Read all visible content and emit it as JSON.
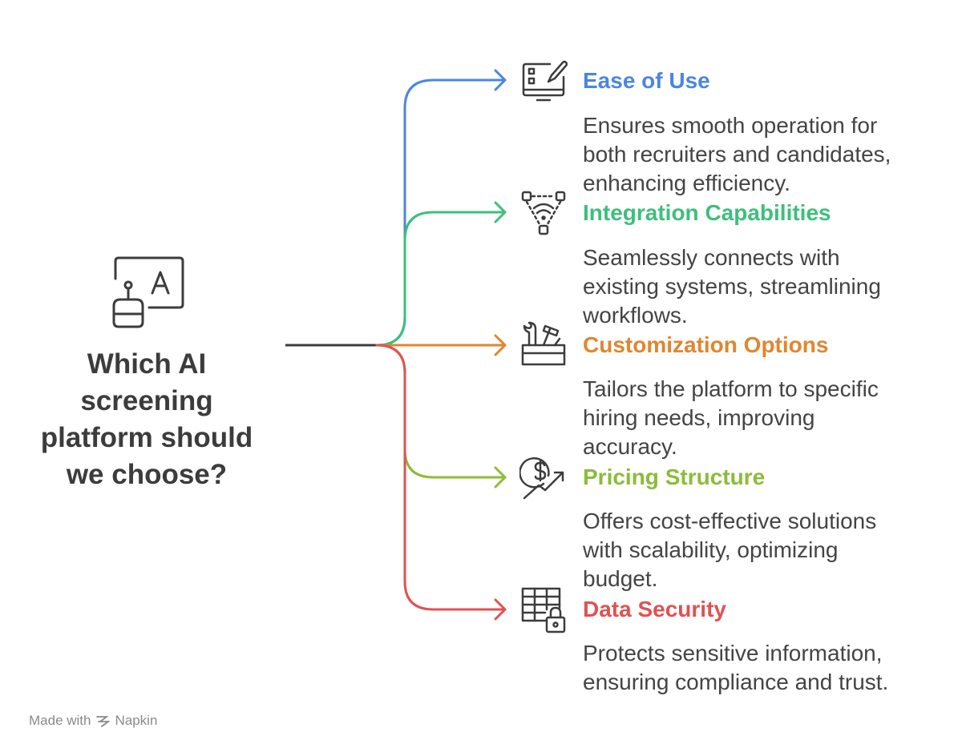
{
  "question": "Which AI screening platform should we choose?",
  "question_lines": [
    "Which AI",
    "screening",
    "platform should",
    "we choose?"
  ],
  "root_icon": "robot-ai-screen-icon",
  "branches": [
    {
      "title": "Ease of Use",
      "description": "Ensures smooth operation for both recruiters and candidates, enhancing efficiency.",
      "description_lines": [
        "Ensures smooth operation for",
        "both recruiters and candidates,",
        "enhancing efficiency."
      ],
      "color": "#4a86e0",
      "icon": "monitor-edit-icon"
    },
    {
      "title": "Integration Capabilities",
      "description": "Seamlessly connects with existing systems, streamlining workflows.",
      "description_lines": [
        "Seamlessly connects with",
        "existing systems, streamlining",
        "workflows."
      ],
      "color": "#3dbf7b",
      "icon": "network-signal-icon"
    },
    {
      "title": "Customization Options",
      "description": "Tailors the platform to specific hiring needs, improving accuracy.",
      "description_lines": [
        "Tailors the platform to specific",
        "hiring needs, improving",
        "accuracy."
      ],
      "color": "#e0862e",
      "icon": "toolbox-icon"
    },
    {
      "title": "Pricing Structure",
      "description": "Offers cost-effective solutions with scalability, optimizing budget.",
      "description_lines": [
        "Offers cost-effective solutions",
        "with scalability, optimizing",
        "budget."
      ],
      "color": "#8cbc3a",
      "icon": "dollar-growth-icon"
    },
    {
      "title": "Data Security",
      "description": "Protects sensitive information, ensuring compliance and trust.",
      "description_lines": [
        "Protects sensitive information,",
        "ensuring compliance and trust."
      ],
      "color": "#e05252",
      "icon": "table-lock-icon"
    }
  ],
  "footer": {
    "made_with": "Made with",
    "brand": "Napkin"
  }
}
